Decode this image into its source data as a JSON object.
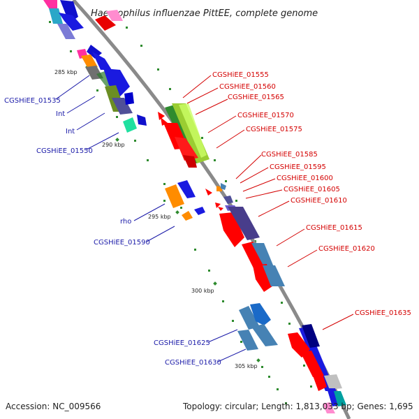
{
  "title": "Haemophilus influenzae PittEE, complete genome",
  "footer": {
    "accession": "Accession: NC_009566",
    "summary": "Topology: circular; Length: 1,813,033 bp; Genes: 1,695"
  },
  "scale_labels": [
    "285 kbp",
    "290 kbp",
    "295 kbp",
    "300 kbp",
    "305 kbp"
  ],
  "left_labels": [
    "CGSHiEE_01535",
    "Int",
    "Int",
    "CGSHiEE_01550",
    "rho",
    "CGSHiEE_01590",
    "CGSHiEE_01625",
    "CGSHiEE_01630"
  ],
  "right_labels": [
    "CGSHiEE_01555",
    "CGSHiEE_01560",
    "CGSHiEE_01565",
    "CGSHiEE_01570",
    "CGSHiEE_01575",
    "CGSHiEE_01585",
    "CGSHiEE_01595",
    "CGSHiEE_01600",
    "CGSHiEE_01605",
    "CGSHiEE_01610",
    "CGSHiEE_01615",
    "CGSHiEE_01620",
    "CGSHiEE_01635"
  ],
  "colors": {
    "backbone": "#8a8a8a",
    "dots": "#2e8b2e",
    "label_left": "#1a1aa8",
    "label_right": "#d40000"
  }
}
